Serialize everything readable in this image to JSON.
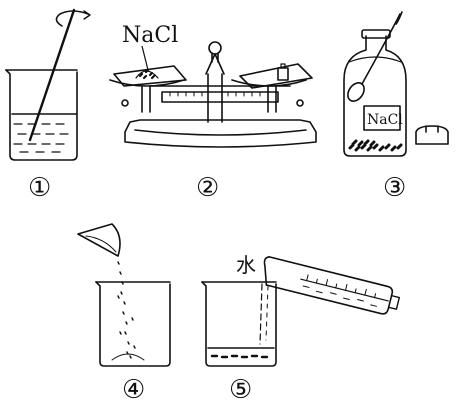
{
  "labels": {
    "salt_balance": "NaCl",
    "salt_bottle": "NaCl",
    "water": "水"
  },
  "steps": [
    {
      "number": "①"
    },
    {
      "number": "②"
    },
    {
      "number": "③"
    },
    {
      "number": "④"
    },
    {
      "number": "⑤"
    }
  ]
}
